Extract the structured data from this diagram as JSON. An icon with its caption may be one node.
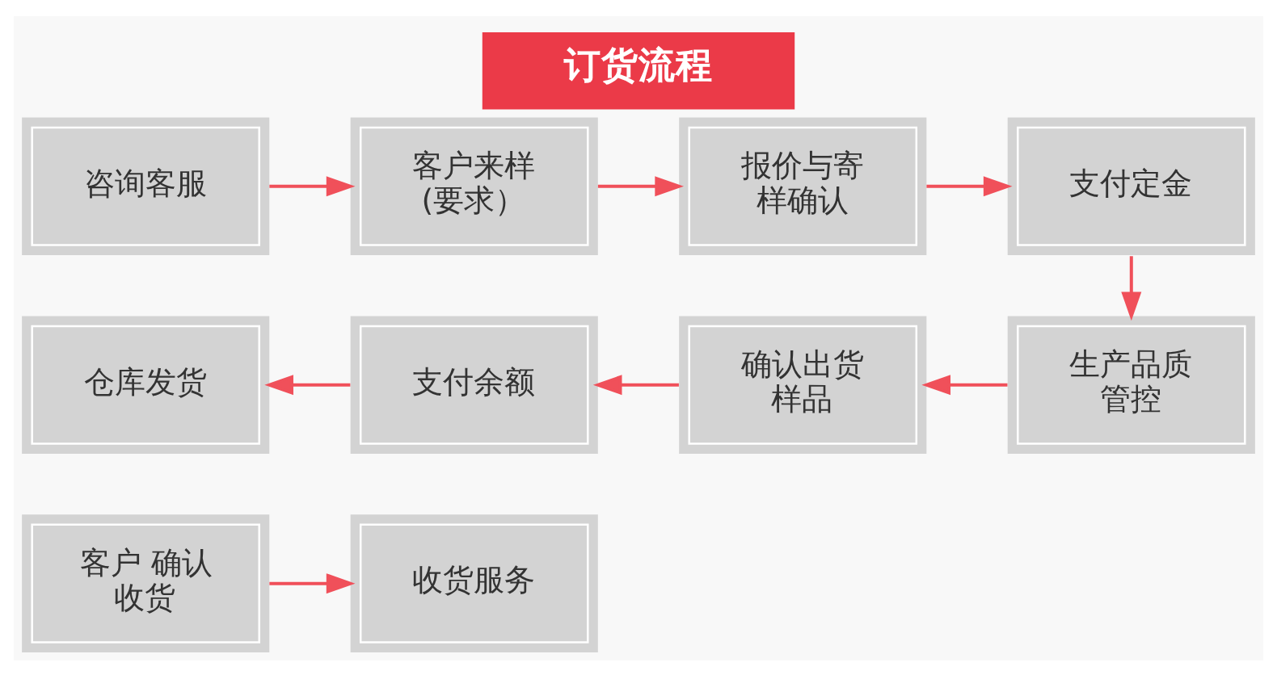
{
  "diagram": {
    "title": "订货流程",
    "nodes": [
      {
        "text": [
          "咨询客服"
        ]
      },
      {
        "text": [
          "客户来样(要求）"
        ]
      },
      {
        "text": [
          "报价与寄样确认"
        ]
      },
      {
        "text": [
          "支付定金"
        ]
      },
      {
        "text": [
          "生产品质管控"
        ]
      },
      {
        "text": [
          "确认出货样品"
        ]
      },
      {
        "text": [
          "支付余额"
        ]
      },
      {
        "text": [
          "仓库发货"
        ]
      },
      {
        "text": [
          "客户 确认收货"
        ]
      },
      {
        "text": [
          "收货服务"
        ]
      }
    ],
    "edges": [
      {
        "from": 0,
        "to": 1,
        "arrow": "to"
      },
      {
        "from": 1,
        "to": 2,
        "arrow": "to"
      },
      {
        "from": 2,
        "to": 3,
        "arrow": "to"
      },
      {
        "from": 3,
        "to": 4,
        "arrow": "to"
      },
      {
        "from": 4,
        "to": 5,
        "arrow": "to"
      },
      {
        "from": 5,
        "to": 6,
        "arrow": "to"
      },
      {
        "from": 6,
        "to": 7,
        "arrow": "to"
      },
      {
        "from": 8,
        "to": 9,
        "arrow": "to"
      }
    ]
  }
}
